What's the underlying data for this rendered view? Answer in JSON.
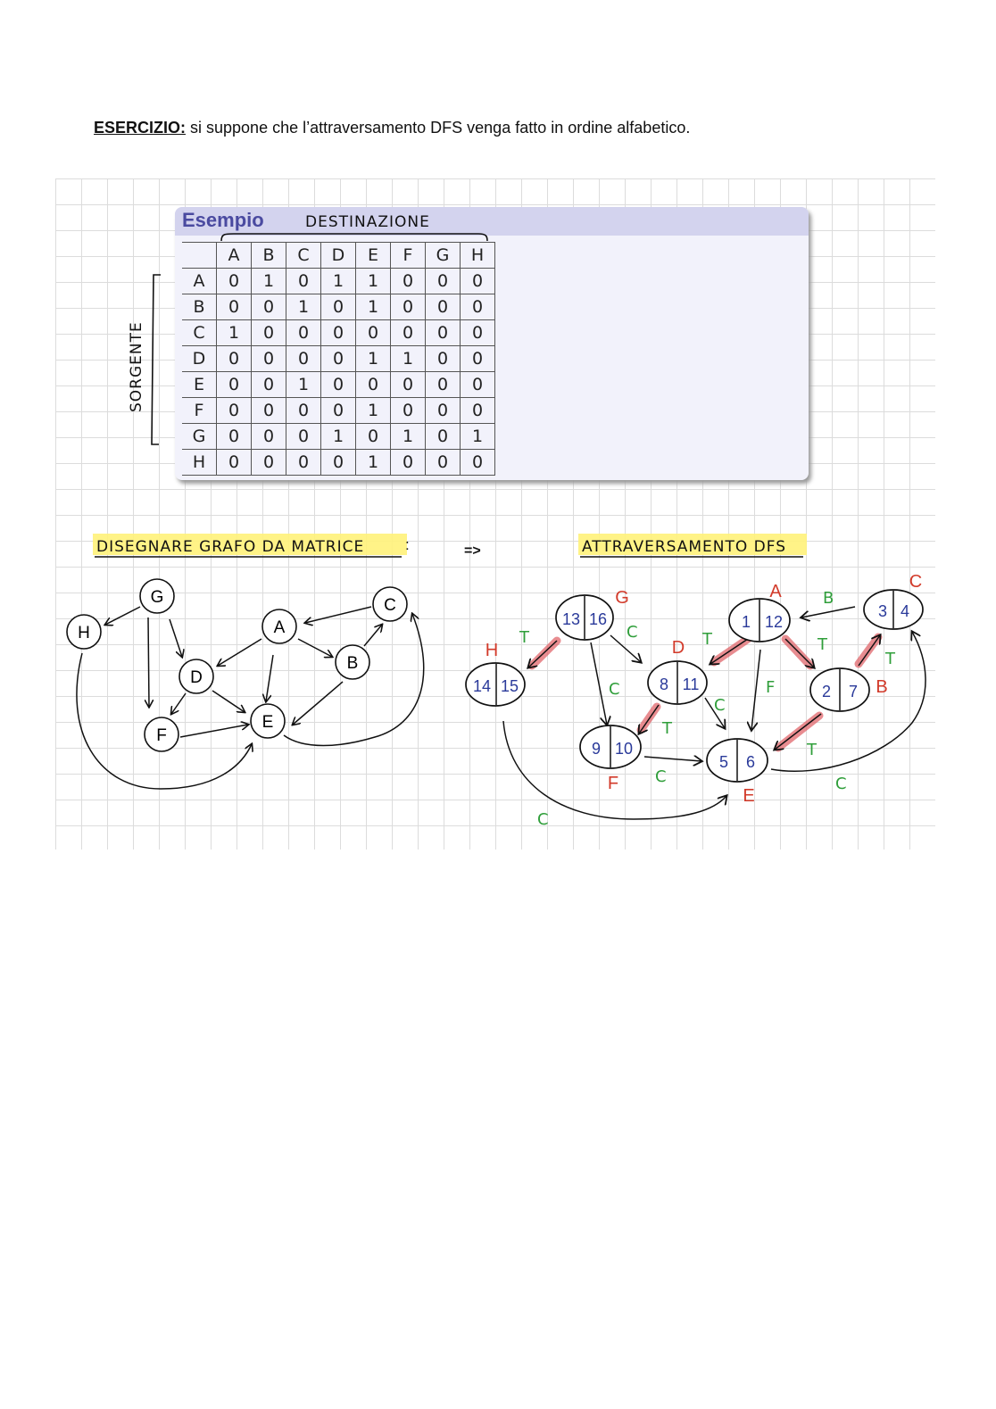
{
  "intro": {
    "lead": "ESERCIZIO:",
    "text": " si suppone che l’attraversamento DFS venga fatto in ordine alfabetico."
  },
  "matrix_block": {
    "title": "Esempio",
    "dest_label": "DESTINAZIONE",
    "source_label": "SORGENTE",
    "columns": [
      "A",
      "B",
      "C",
      "D",
      "E",
      "F",
      "G",
      "H"
    ],
    "rows": [
      {
        "label": "A",
        "values": [
          "0",
          "1",
          "0",
          "1",
          "1",
          "0",
          "0",
          "0"
        ]
      },
      {
        "label": "B",
        "values": [
          "0",
          "0",
          "1",
          "0",
          "1",
          "0",
          "0",
          "0"
        ]
      },
      {
        "label": "C",
        "values": [
          "1",
          "0",
          "0",
          "0",
          "0",
          "0",
          "0",
          "0"
        ]
      },
      {
        "label": "D",
        "values": [
          "0",
          "0",
          "0",
          "0",
          "1",
          "1",
          "0",
          "0"
        ]
      },
      {
        "label": "E",
        "values": [
          "0",
          "0",
          "1",
          "0",
          "0",
          "0",
          "0",
          "0"
        ]
      },
      {
        "label": "F",
        "values": [
          "0",
          "0",
          "0",
          "0",
          "1",
          "0",
          "0",
          "0"
        ]
      },
      {
        "label": "G",
        "values": [
          "0",
          "0",
          "0",
          "1",
          "0",
          "1",
          "0",
          "1"
        ]
      },
      {
        "label": "H",
        "values": [
          "0",
          "0",
          "0",
          "0",
          "1",
          "0",
          "0",
          "0"
        ]
      }
    ]
  },
  "left_graph": {
    "heading": "DISEGNARE GRAFO DA MATRICE",
    "heading_suffix": ":",
    "arrow": "=>",
    "nodes": {
      "G": "G",
      "H": "H",
      "A": "A",
      "C": "C",
      "D": "D",
      "B": "B",
      "F": "F",
      "E": "E"
    }
  },
  "dfs_graph": {
    "heading": "ATTRAVERSAMENTO DFS",
    "nodes": {
      "G": {
        "letter": "G",
        "d": "13",
        "f": "16"
      },
      "H": {
        "letter": "H",
        "d": "14",
        "f": "15"
      },
      "D": {
        "letter": "D",
        "d": "8",
        "f": "11"
      },
      "F": {
        "letter": "F",
        "d": "9",
        "f": "10"
      },
      "A": {
        "letter": "A",
        "d": "1",
        "f": "12"
      },
      "C": {
        "letter": "C",
        "d": "3",
        "f": "4"
      },
      "B": {
        "letter": "B",
        "d": "2",
        "f": "7"
      },
      "E": {
        "letter": "E",
        "d": "5",
        "f": "6"
      }
    },
    "edge_labels": {
      "tree": "T",
      "cross": "C",
      "forward": "F",
      "back": "B"
    },
    "colors": {
      "tree_highlight": "#e0666b",
      "letter": "#d23a2a",
      "edge_label": "#2f9e3a",
      "number": "#2a3a9a"
    }
  }
}
